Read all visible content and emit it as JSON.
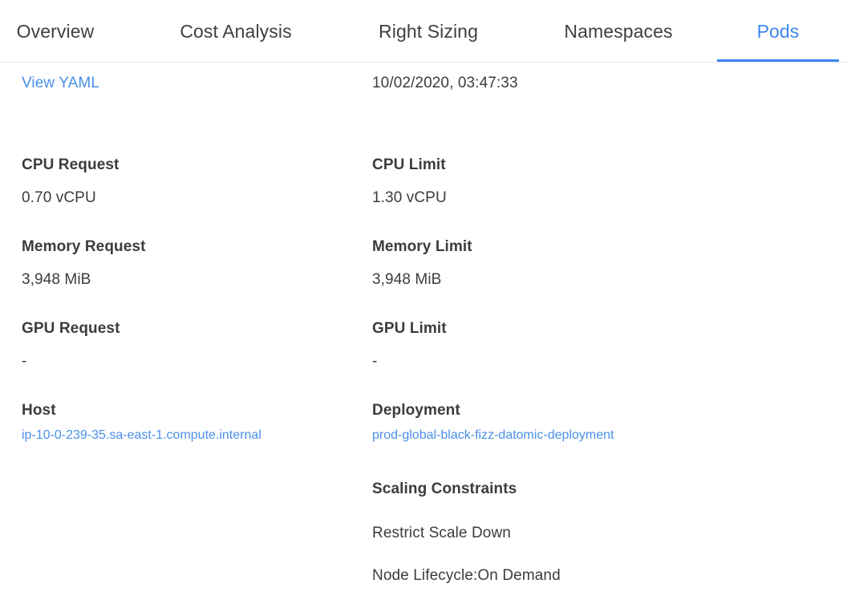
{
  "tabs": [
    {
      "label": "Overview",
      "active": false
    },
    {
      "label": "Cost Analysis",
      "active": false
    },
    {
      "label": "Right Sizing",
      "active": false
    },
    {
      "label": "Namespaces",
      "active": false
    },
    {
      "label": "Pods",
      "active": true
    }
  ],
  "colors": {
    "accent": "#3d85f0",
    "link": "#4a90e8",
    "text": "#3c3c3c",
    "divider": "#e9e9e9",
    "background": "#ffffff"
  },
  "detail": {
    "top": {
      "yaml_link": "View YAML",
      "timestamp": "10/02/2020, 03:47:33"
    },
    "left_column": [
      {
        "label": "CPU Request",
        "value": "0.70 vCPU"
      },
      {
        "label": "Memory Request",
        "value": "3,948 MiB"
      },
      {
        "label": "GPU Request",
        "value": "-"
      },
      {
        "label": "Host",
        "value": "ip-10-0-239-35.sa-east-1.compute.internal",
        "is_link": true
      }
    ],
    "right_column": [
      {
        "label": "CPU Limit",
        "value": "1.30 vCPU"
      },
      {
        "label": "Memory Limit",
        "value": "3,948 MiB"
      },
      {
        "label": "GPU Limit",
        "value": "-"
      },
      {
        "label": "Deployment",
        "value": "prod-global-black-fizz-datomic-deployment",
        "is_link": true
      }
    ],
    "scaling_constraints": {
      "label": "Scaling Constraints",
      "items": [
        "Restrict Scale Down",
        "Node Lifecycle:On Demand"
      ]
    }
  }
}
